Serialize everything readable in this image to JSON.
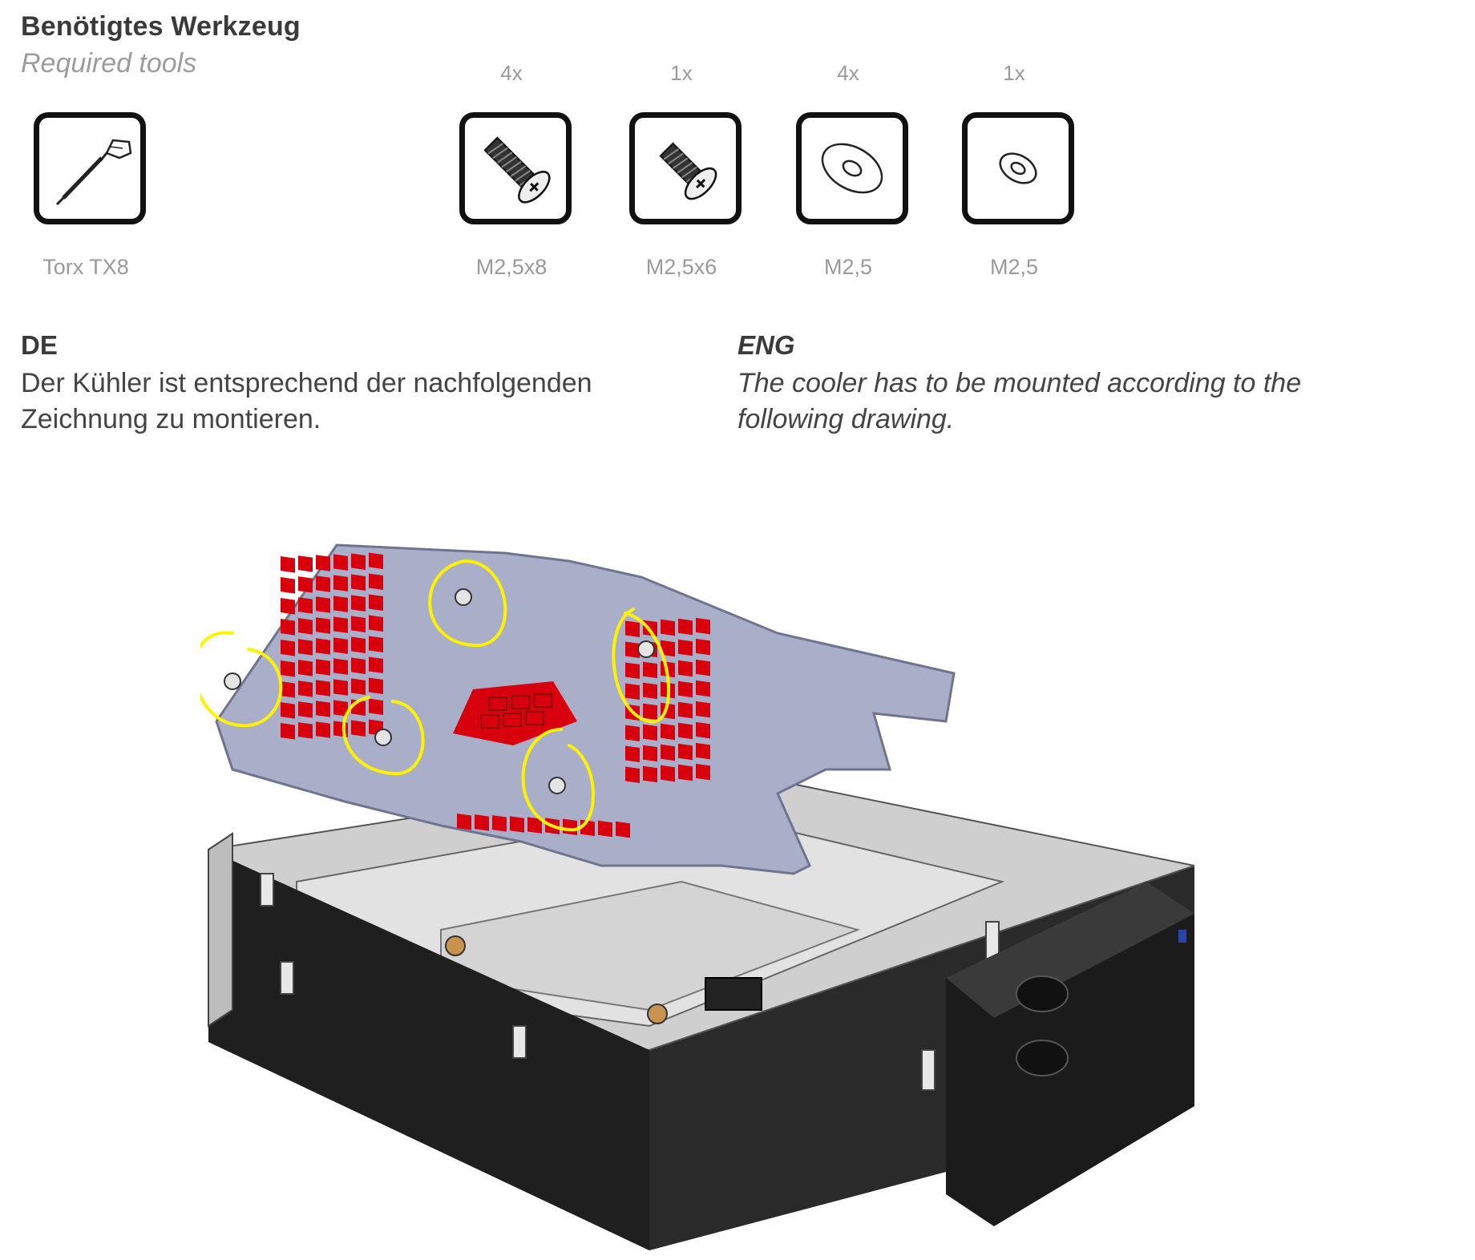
{
  "header": {
    "title": "Benötigtes Werkzeug",
    "subtitle": "Required tools"
  },
  "tools": [
    {
      "qty": "",
      "label": "Torx TX8",
      "icon": "torx-screwdriver-icon"
    },
    {
      "qty": "4x",
      "label": "M2,5x8",
      "icon": "long-screw-icon"
    },
    {
      "qty": "1x",
      "label": "M2,5x6",
      "icon": "short-screw-icon"
    },
    {
      "qty": "4x",
      "label": "M2,5",
      "icon": "large-washer-icon"
    },
    {
      "qty": "1x",
      "label": "M2,5",
      "icon": "small-washer-icon"
    }
  ],
  "instructions": {
    "de": {
      "heading": "DE",
      "text": "Der Kühler ist entsprechend der nachfolgenden Zeichnung zu montieren."
    },
    "eng": {
      "heading": "ENG",
      "text": "The cooler has to be mounted according to the following drawing."
    }
  },
  "colors": {
    "pcb": "#a9aec9",
    "pcb_edge": "#6f748f",
    "pad": "#d9000d",
    "highlight": "#fff200",
    "metal": "#c8c8c8",
    "block_black": "#1b1b1b"
  }
}
